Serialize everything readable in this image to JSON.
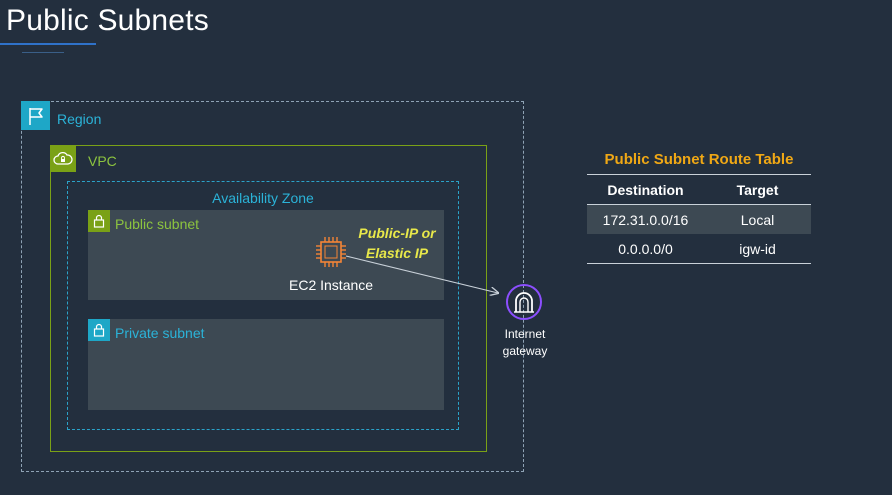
{
  "slide": {
    "title": "Public Subnets"
  },
  "diagram": {
    "region_label": "Region",
    "vpc_label": "VPC",
    "az_label": "Availability Zone",
    "public_subnet_label": "Public subnet",
    "private_subnet_label": "Private subnet",
    "ec2_label": "EC2 Instance",
    "ip_label_line1": "Public-IP or",
    "ip_label_line2": "Elastic IP",
    "igw_label_line1": "Internet",
    "igw_label_line2": "gateway",
    "icons": [
      "flag-icon",
      "cloud-lock-icon",
      "lock-icon",
      "chip-icon",
      "tunnel-icon"
    ]
  },
  "route_table": {
    "title": "Public Subnet Route Table",
    "columns": [
      "Destination",
      "Target"
    ],
    "rows": [
      {
        "destination": "172.31.0.0/16",
        "target": "Local"
      },
      {
        "destination": "0.0.0.0/0",
        "target": "igw-id"
      }
    ]
  },
  "colors": {
    "background": "#232f3e",
    "region": "#1ea7c7",
    "vpc": "#7aa116",
    "availability_zone": "#2ba3c9",
    "ec2": "#f58536",
    "igw": "#8c4fff",
    "route_table_title": "#f0a815",
    "ip_label": "#e8e84a"
  }
}
